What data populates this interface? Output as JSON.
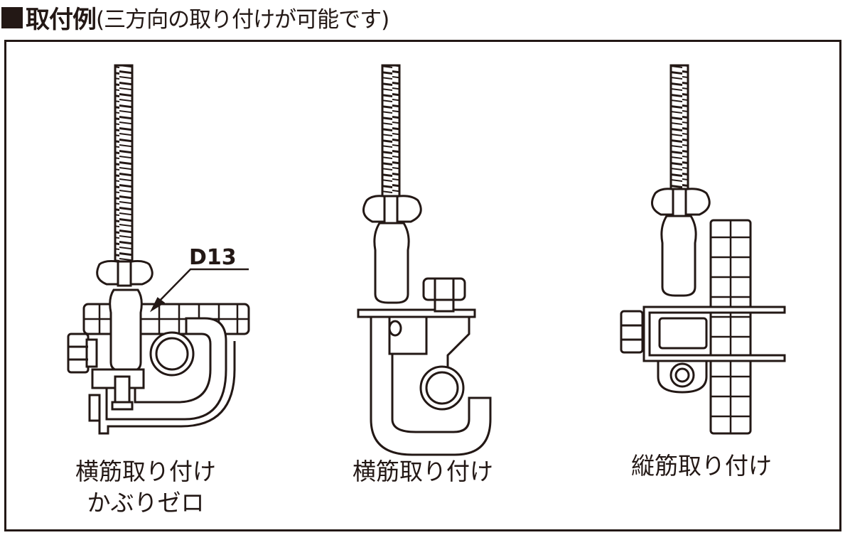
{
  "title": {
    "main": "取付例",
    "sub": "(三方向の取り付けが可能です)"
  },
  "figures": [
    {
      "caption_line1": "横筋取り付け",
      "caption_line2": "かぶりゼロ",
      "callout": "D13"
    },
    {
      "caption_line1": "横筋取り付け"
    },
    {
      "caption_line1": "縦筋取り付け"
    }
  ],
  "colors": {
    "line": "#231815",
    "fill": "#ffffff"
  }
}
